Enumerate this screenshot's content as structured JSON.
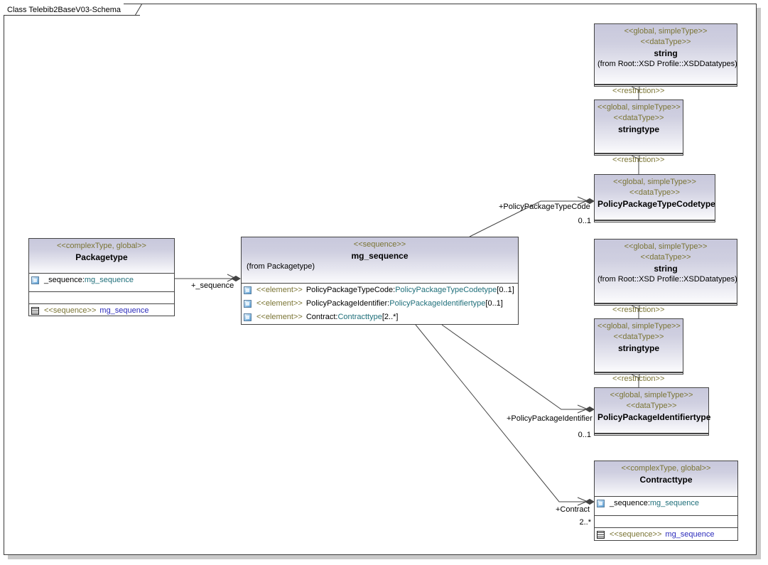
{
  "frame": {
    "title": "Class Telebib2BaseV03-Schema"
  },
  "colors": {
    "stereotype": "#7a7434",
    "type_link": "#1f6f7a",
    "multiplicity": "#2b2bbb",
    "class_header_top": "#c8c8dc",
    "class_header_bottom": "#fbfbfd",
    "border": "#444444",
    "canvas": "#ffffff"
  },
  "classes": {
    "string_top": {
      "stereotype1": "<<global, simpleType>>",
      "stereotype2": "<<dataType>>",
      "name": "string",
      "from": "(from Root::XSD Profile::XSDDatatypes)"
    },
    "stringtype_top": {
      "stereotype1": "<<global, simpleType>>",
      "stereotype2": "<<dataType>>",
      "name": "stringtype"
    },
    "policypackagetypecodetype": {
      "stereotype1": "<<global, simpleType>>",
      "stereotype2": "<<dataType>>",
      "name": "PolicyPackageTypeCodetype"
    },
    "packagetype": {
      "stereotype1": "<<complexType, global>>",
      "name": "Packagetype",
      "attribute": {
        "icon": "attribute-icon",
        "name": "_sequence:",
        "type": "mg_sequence"
      },
      "operation": {
        "icon": "operation-icon",
        "stereotype": "<<sequence>>",
        "name": "mg_sequence"
      }
    },
    "mg_sequence": {
      "stereotype1": "<<sequence>>",
      "name": "mg_sequence",
      "from": "(from Packagetype)",
      "elements": [
        {
          "icon": "attribute-icon",
          "stereotype": "<<element>>",
          "name": "PolicyPackageTypeCode:",
          "type": "PolicyPackageTypeCodetype",
          "multiplicity": "[0..1]"
        },
        {
          "icon": "attribute-icon",
          "stereotype": "<<element>>",
          "name": "PolicyPackageIdentifier:",
          "type": "PolicyPackageIdentifiertype",
          "multiplicity": "[0..1]"
        },
        {
          "icon": "attribute-icon",
          "stereotype": "<<element>>",
          "name": "Contract:",
          "type": "Contracttype",
          "multiplicity": "[2..*]"
        }
      ]
    },
    "string_mid": {
      "stereotype1": "<<global, simpleType>>",
      "stereotype2": "<<dataType>>",
      "name": "string",
      "from": "(from Root::XSD Profile::XSDDatatypes)"
    },
    "stringtype_mid": {
      "stereotype1": "<<global, simpleType>>",
      "stereotype2": "<<dataType>>",
      "name": "stringtype"
    },
    "policypackageidentifiertype": {
      "stereotype1": "<<global, simpleType>>",
      "stereotype2": "<<dataType>>",
      "name": "PolicyPackageIdentifiertype"
    },
    "contracttype": {
      "stereotype1": "<<complexType, global>>",
      "name": "Contracttype",
      "attribute": {
        "icon": "attribute-icon",
        "name": "_sequence:",
        "type": "mg_sequence"
      },
      "operation": {
        "icon": "operation-icon",
        "stereotype": "<<sequence>>",
        "name": "mg_sequence"
      }
    }
  },
  "connectors": {
    "restriction_1": "<<restriction>>",
    "restriction_2": "<<restriction>>",
    "restriction_3": "<<restriction>>",
    "restriction_4": "<<restriction>>",
    "assoc_sequence": "+_sequence",
    "assoc_typecode_role": "+PolicyPackageTypeCode",
    "assoc_typecode_mult": "0..1",
    "assoc_identifier_role": "+PolicyPackageIdentifier",
    "assoc_identifier_mult": "0..1",
    "assoc_contract_role": "+Contract",
    "assoc_contract_mult": "2..*"
  }
}
